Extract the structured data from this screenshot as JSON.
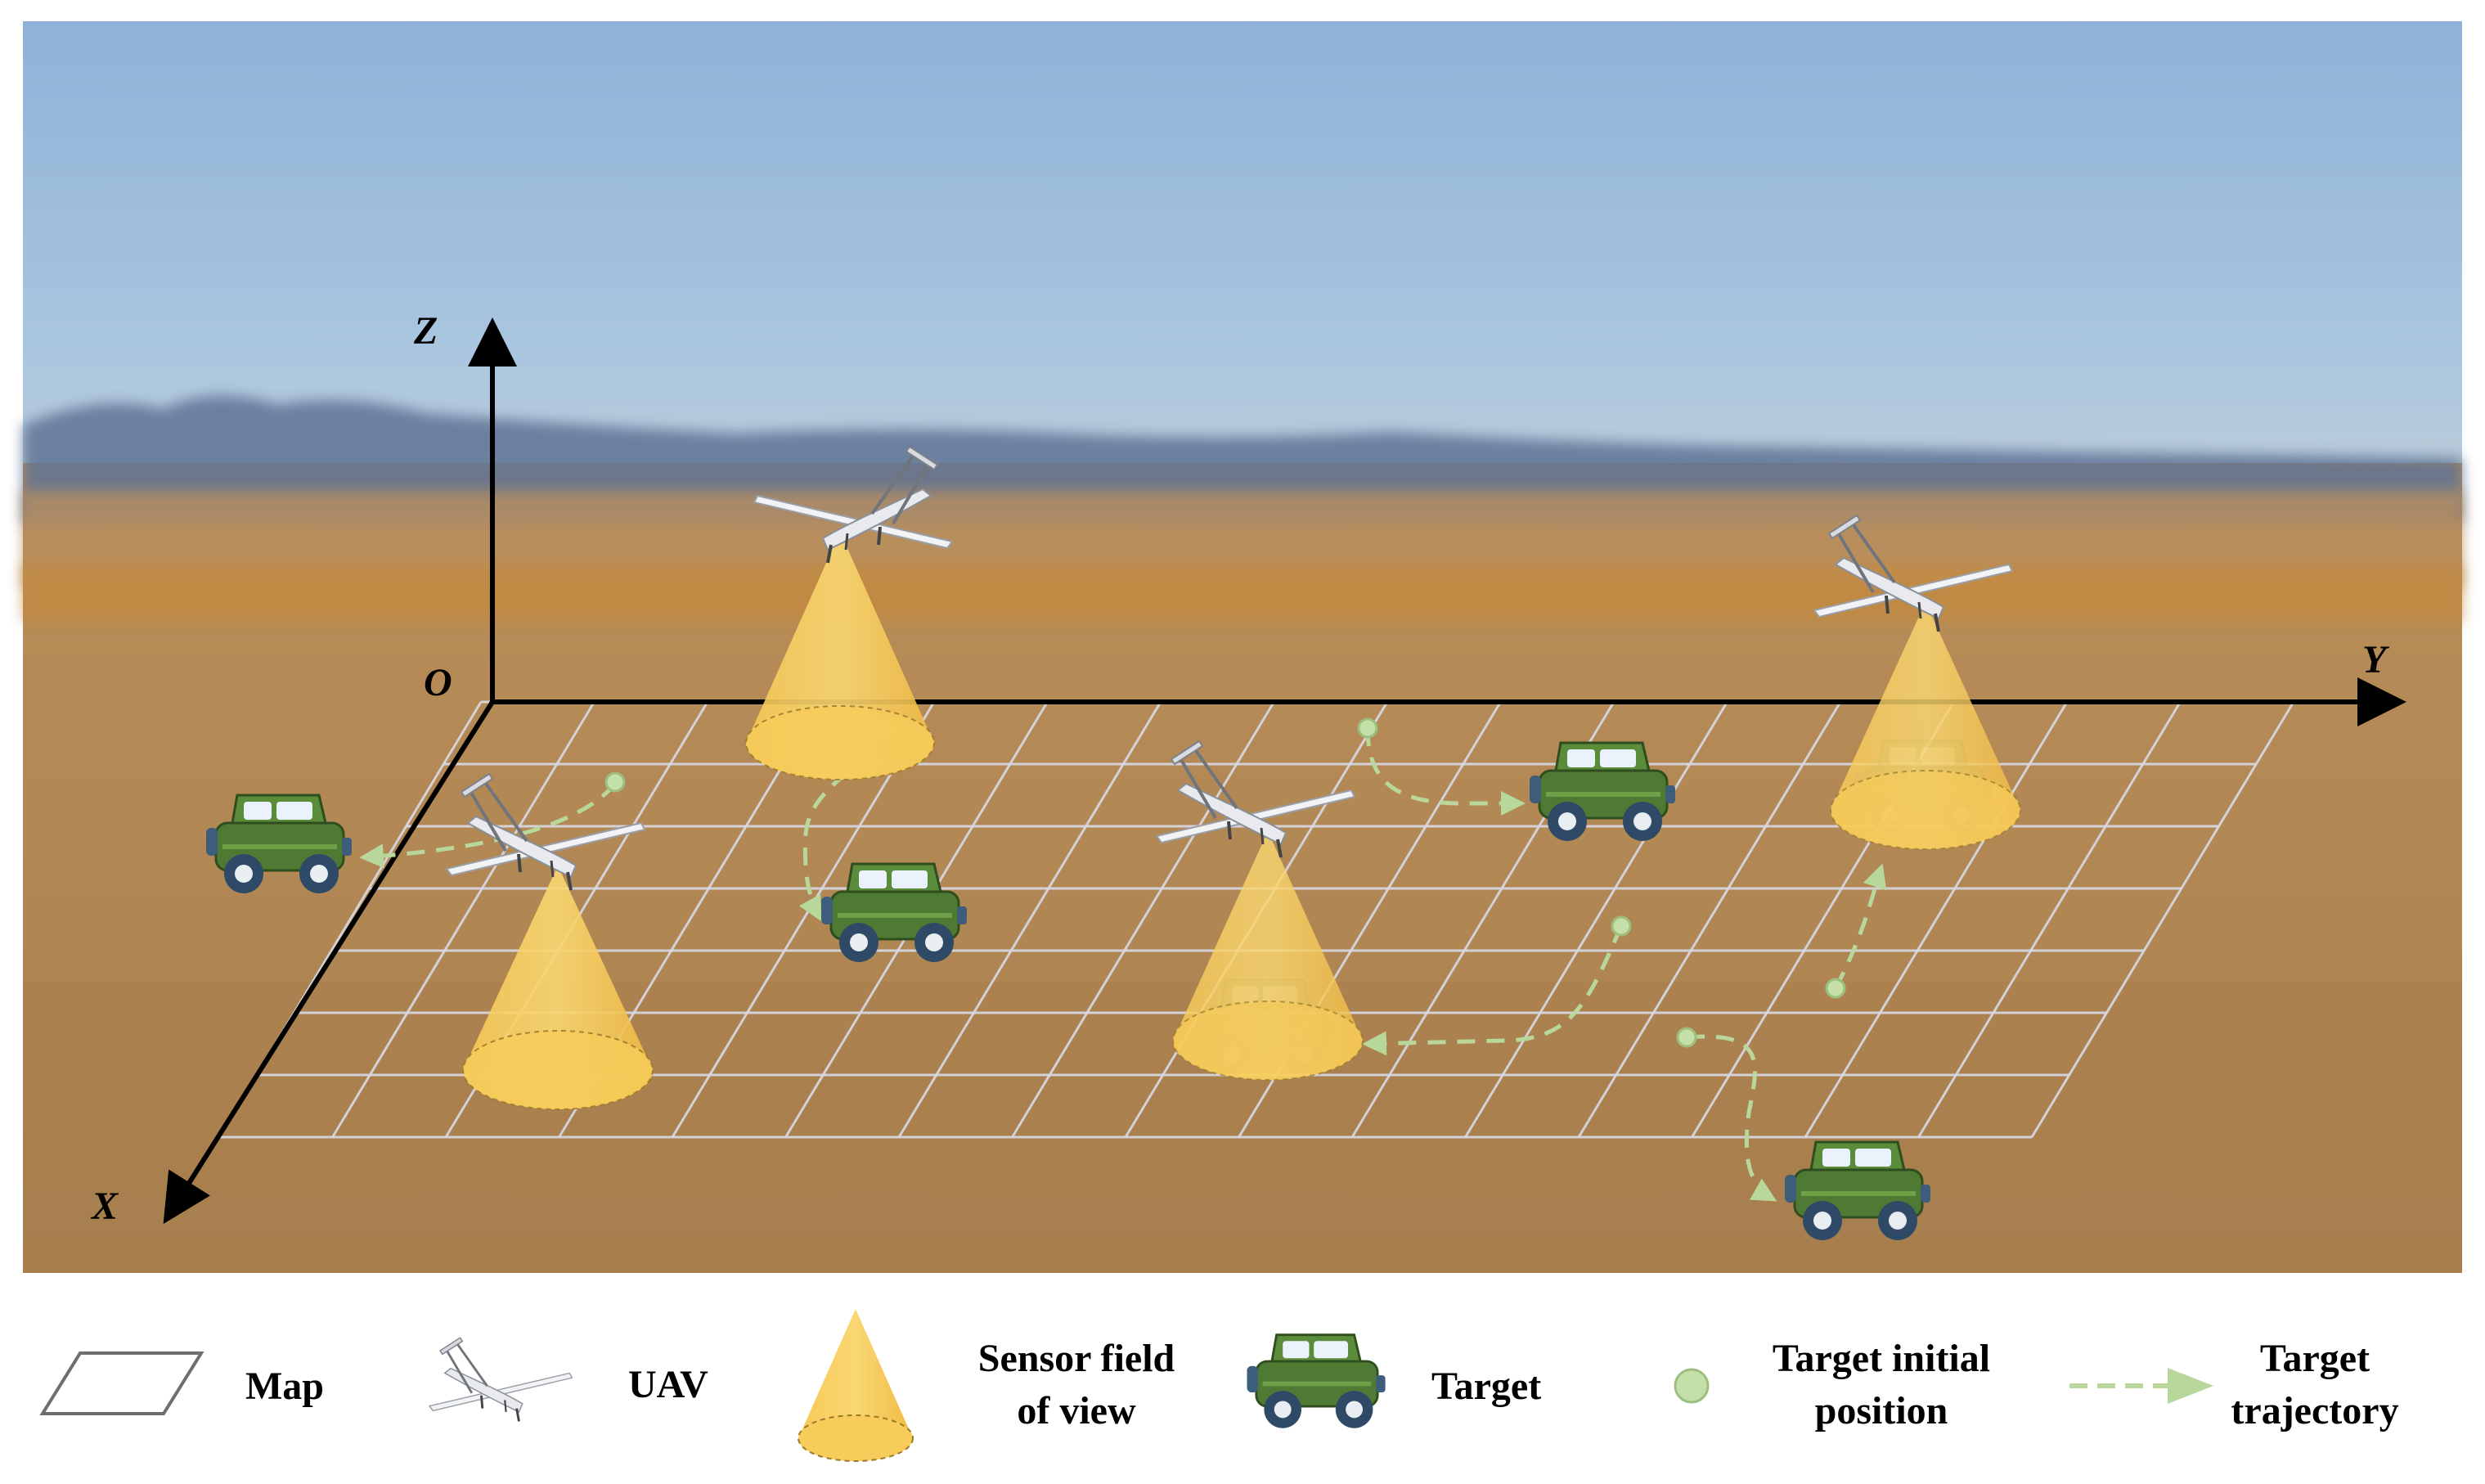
{
  "axes": {
    "z_label": "Z",
    "y_label": "Y",
    "x_label": "X",
    "origin_label": "O"
  },
  "legend": {
    "map": "Map",
    "uav": "UAV",
    "sensor_line1": "Sensor field",
    "sensor_line2": "of view",
    "target": "Target",
    "initial_line1": "Target initial",
    "initial_line2": "position",
    "trajectory_line1": "Target",
    "trajectory_line2": "trajectory"
  },
  "colors": {
    "sky_top": "#9fc0e0",
    "sky_horizon": "#b8cfe0",
    "ground": "#b88f55",
    "grid": "#d9d9e6",
    "cone": "#f5c04a",
    "vehicle": "#4e7a33",
    "trajectory": "#b8d79a",
    "axis": "#000000"
  }
}
